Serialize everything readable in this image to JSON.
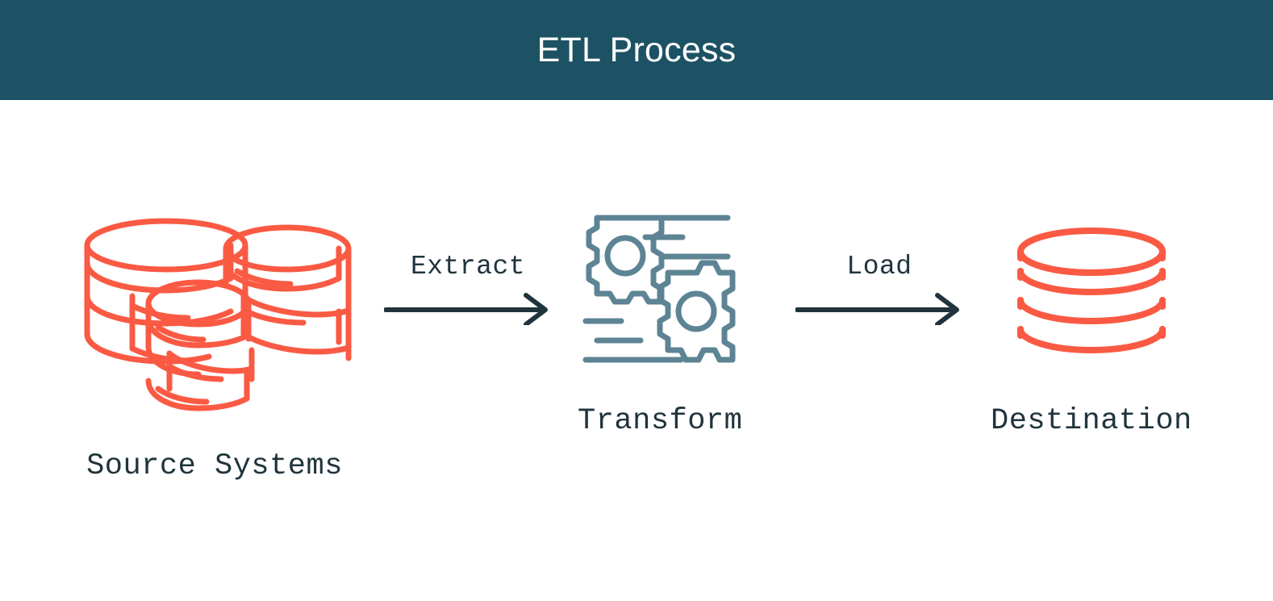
{
  "header": {
    "title": "ETL Process",
    "background_color": "#1d5264",
    "text_color": "#ffffff"
  },
  "theme": {
    "page_background": "#ffffff",
    "source_icon_color": "#fa5a43",
    "destination_icon_color": "#fa5a43",
    "transform_icon_color": "#5d8494",
    "text_color": "#20343d",
    "arrow_color": "#20343d"
  },
  "diagram": {
    "type": "process-flow",
    "nodes": [
      {
        "id": "source",
        "label": "Source Systems",
        "icon": "multiple-database-stack-icon",
        "icon_color": "#fa5a43"
      },
      {
        "id": "transform",
        "label": "Transform",
        "icon": "gears-icon",
        "icon_color": "#5d8494"
      },
      {
        "id": "destination",
        "label": "Destination",
        "icon": "database-stack-icon",
        "icon_color": "#fa5a43"
      }
    ],
    "edges": [
      {
        "id": "extract",
        "label": "Extract",
        "from": "source",
        "to": "transform",
        "icon": "arrow-right-icon"
      },
      {
        "id": "load",
        "label": "Load",
        "from": "transform",
        "to": "destination",
        "icon": "arrow-right-icon"
      }
    ]
  }
}
